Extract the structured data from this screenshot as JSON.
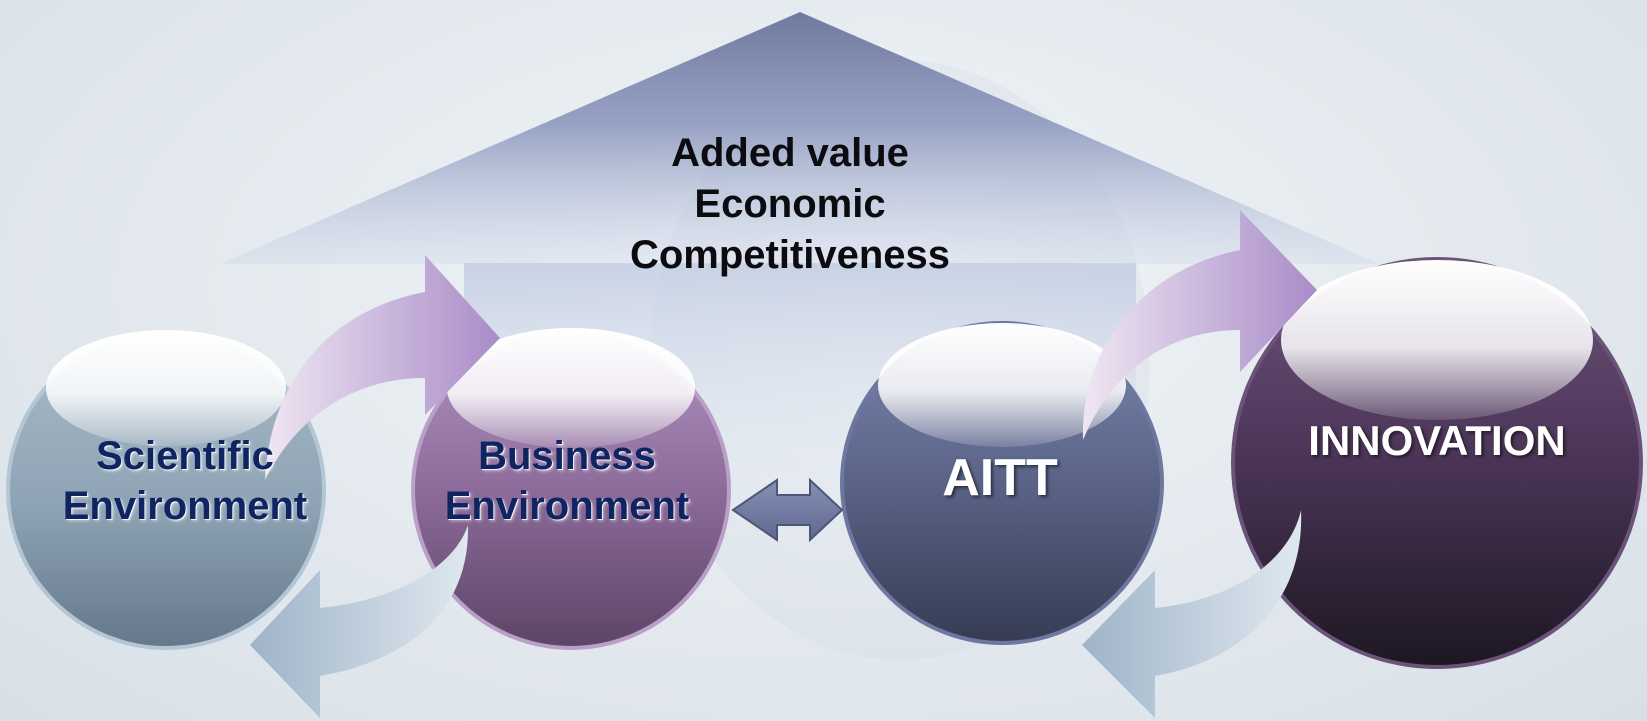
{
  "roof": {
    "lines": [
      "Added value",
      "Economic",
      "Competitiveness"
    ]
  },
  "nodes": {
    "scientific": {
      "lines": [
        "Scientific",
        "Environment"
      ]
    },
    "business": {
      "lines": [
        "Business",
        "Environment"
      ]
    },
    "aitt": {
      "label": "AITT"
    },
    "innovation": {
      "label": "INNOVATION"
    }
  },
  "colors": {
    "roof_top": "#747ea3",
    "roof_bottom": "#c7d1e4",
    "scientific": "#7f97a8",
    "business": "#8a6b95",
    "aitt": "#545c80",
    "innovation": "#4a3456",
    "arrow_pink": "#b79dcd",
    "arrow_blue": "#a9bdd0",
    "dark_text": "#0f2461"
  },
  "icons": {
    "connector": "double-headed-arrow-icon",
    "forward_arrows": "curved-arrow-right-icon",
    "return_arrows": "curved-arrow-left-icon"
  }
}
